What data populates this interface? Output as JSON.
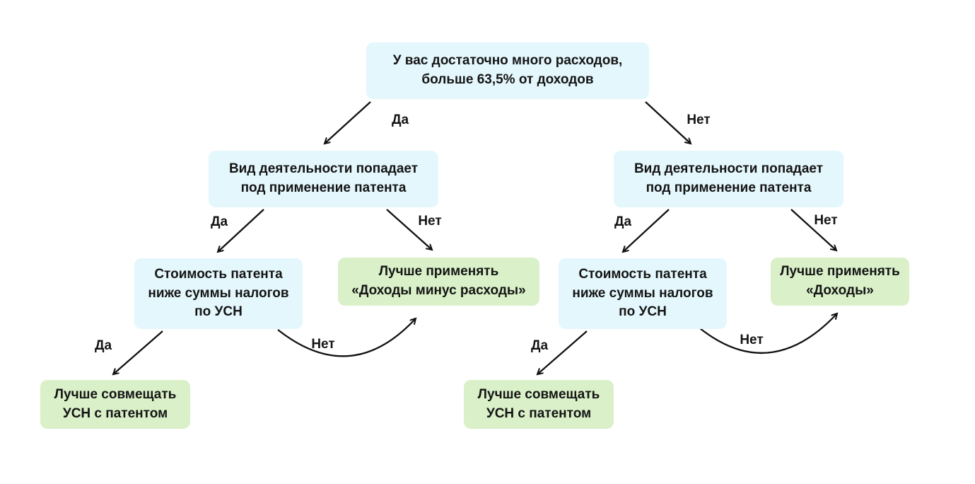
{
  "colors": {
    "background": "#ffffff",
    "question_box": "#e4f7fc",
    "result_box": "#d9f0c8",
    "text": "#141414",
    "arrow": "#111111"
  },
  "edge_labels": {
    "yes": "Да",
    "no": "Нет"
  },
  "nodes": {
    "root": "У вас достаточно много расходов,\nбольше 63,5% от доходов",
    "left_patent": "Вид деятельности попадает\nпод применение патента",
    "right_patent": "Вид деятельности попадает\nпод применение патента",
    "left_cost": "Стоимость патента\nниже суммы налогов\nпо УСН",
    "right_cost": "Стоимость патента\nниже суммы налогов\nпо УСН",
    "result_income_minus_expenses": "Лучше применять\n«Доходы минус расходы»",
    "result_income": "Лучше применять\n«Доходы»",
    "left_combine": "Лучше совмещать\nУСН с патентом",
    "mid_combine": "Лучше совмещать\nУСН с патентом"
  }
}
